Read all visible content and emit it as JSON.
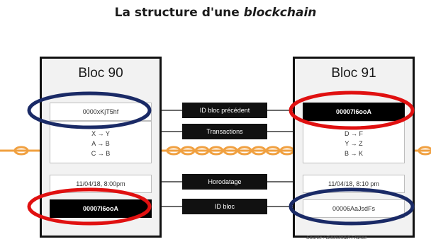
{
  "title_plain": "La structure d'une",
  "title_italic": "blockchain",
  "blocks": [
    {
      "title": "Bloc 90",
      "prev_id": "0000xKjT5hf",
      "transactions": [
        "X → Y",
        "A → B",
        "C → B"
      ],
      "timestamp": "11/04/18, 8:00pm",
      "id": "00007I6ooA"
    },
    {
      "title": "Bloc 91",
      "prev_id": "00007I6ooA",
      "transactions": [
        "D → F",
        "Y → Z",
        "B → K"
      ],
      "timestamp": "11/04/18, 8:10 pm",
      "id": "00006AaJsdFs"
    }
  ],
  "labels": {
    "prev": "ID bloc précédent",
    "transactions": "Transactions",
    "timestamp": "Horodatage",
    "id": "ID bloc"
  },
  "source": "Source : Blockchain France",
  "colors": {
    "chain": "#f0a040",
    "highlight_red": "#e01010",
    "highlight_navy": "#1a2a66"
  }
}
